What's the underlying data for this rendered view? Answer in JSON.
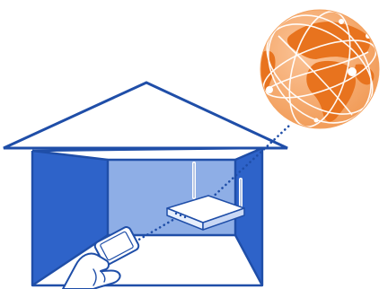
{
  "diagram": {
    "elements": [
      {
        "name": "house",
        "icon": "house-icon"
      },
      {
        "name": "wireless-router",
        "icon": "router-icon"
      },
      {
        "name": "phone-in-hand",
        "icon": "phone-icon"
      },
      {
        "name": "internet-globe",
        "icon": "globe-icon"
      }
    ],
    "connections": [
      {
        "from": "phone-in-hand",
        "to": "wireless-router",
        "style": "dotted"
      },
      {
        "from": "wireless-router",
        "to": "internet-globe",
        "style": "dotted"
      }
    ]
  },
  "colors": {
    "house_stroke": "#1f4ea8",
    "house_wall_dark": "#2e63c9",
    "house_wall_light": "#8eaee6",
    "globe_ocean": "#f7b078",
    "globe_land": "#e8731e",
    "globe_lines": "#ffffff",
    "link_dots": "#1f4ea8"
  }
}
